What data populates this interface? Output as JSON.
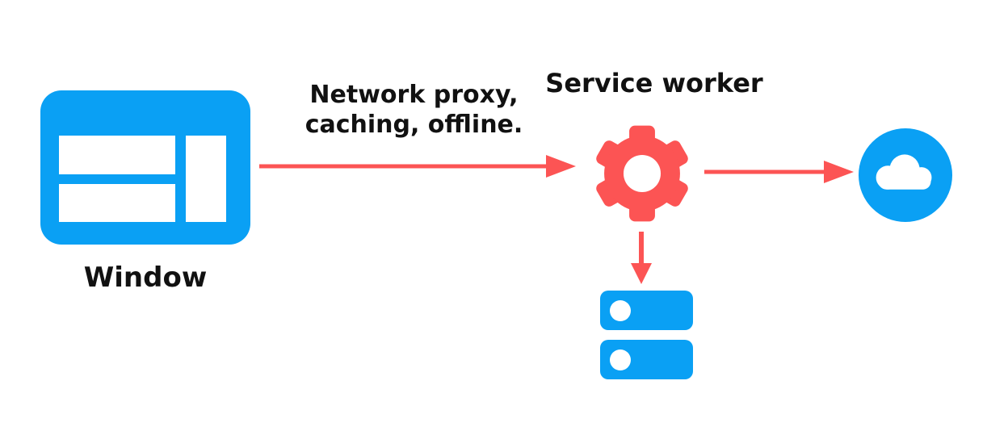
{
  "colors": {
    "blue": "#0aa0f4",
    "red": "#fc5454",
    "text": "#111111",
    "background": "#ffffff"
  },
  "nodes": {
    "window": {
      "label": "Window",
      "icon": "browser-window-icon"
    },
    "service_worker": {
      "label": "Service worker",
      "icon": "gear-icon"
    },
    "network": {
      "icon": "cloud-icon"
    },
    "cache": {
      "icon": "storage-icon"
    }
  },
  "edges": {
    "window_to_service_worker": {
      "label": "Network proxy,\ncaching, offline.",
      "direction": "right"
    },
    "service_worker_to_network": {
      "direction": "right"
    },
    "service_worker_to_cache": {
      "direction": "down"
    }
  }
}
